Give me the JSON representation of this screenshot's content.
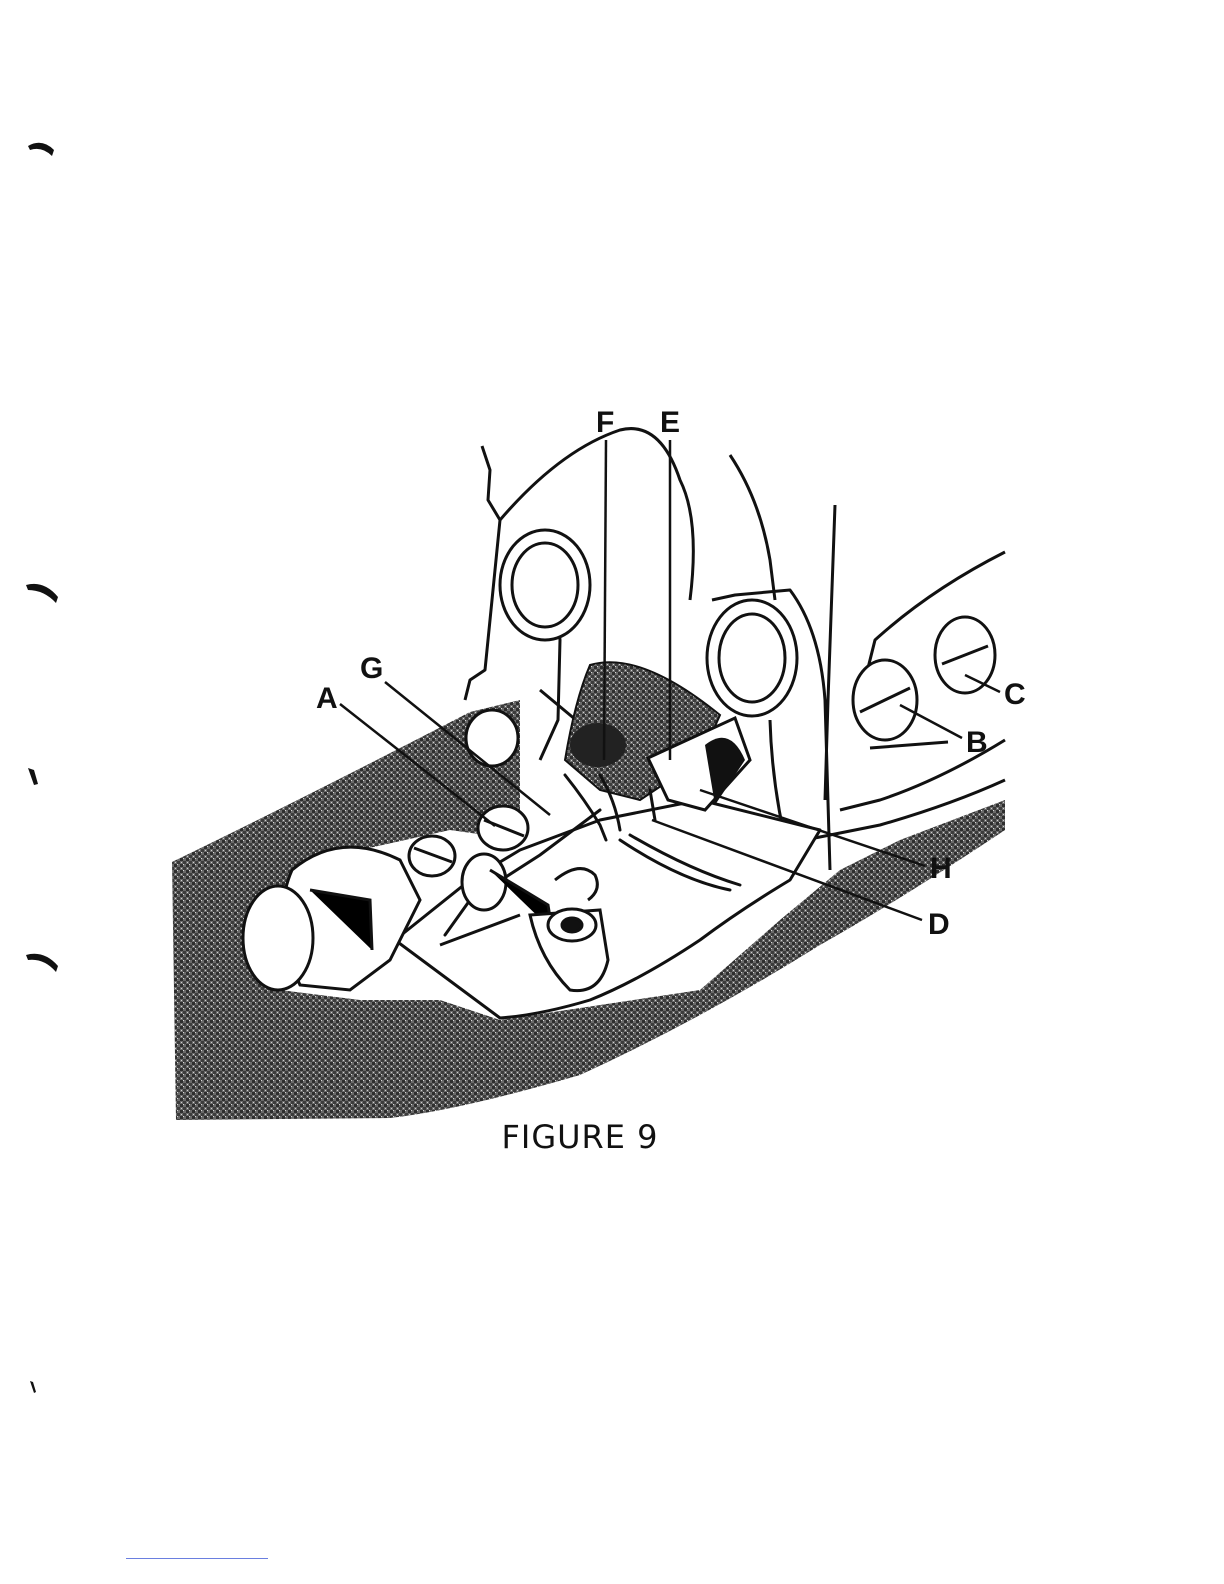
{
  "diagram": {
    "callouts": [
      {
        "id": "F",
        "text": "F"
      },
      {
        "id": "E",
        "text": "E"
      },
      {
        "id": "G",
        "text": "G"
      },
      {
        "id": "A",
        "text": "A"
      },
      {
        "id": "C",
        "text": "C"
      },
      {
        "id": "B",
        "text": "B"
      },
      {
        "id": "H",
        "text": "H"
      },
      {
        "id": "D",
        "text": "D"
      }
    ],
    "caption": "FIGURE 9"
  },
  "colors": {
    "ink": "#111111",
    "fabric_shading": "#3a3a3a",
    "paper": "#ffffff",
    "edge_line": "#6a7fe0"
  }
}
